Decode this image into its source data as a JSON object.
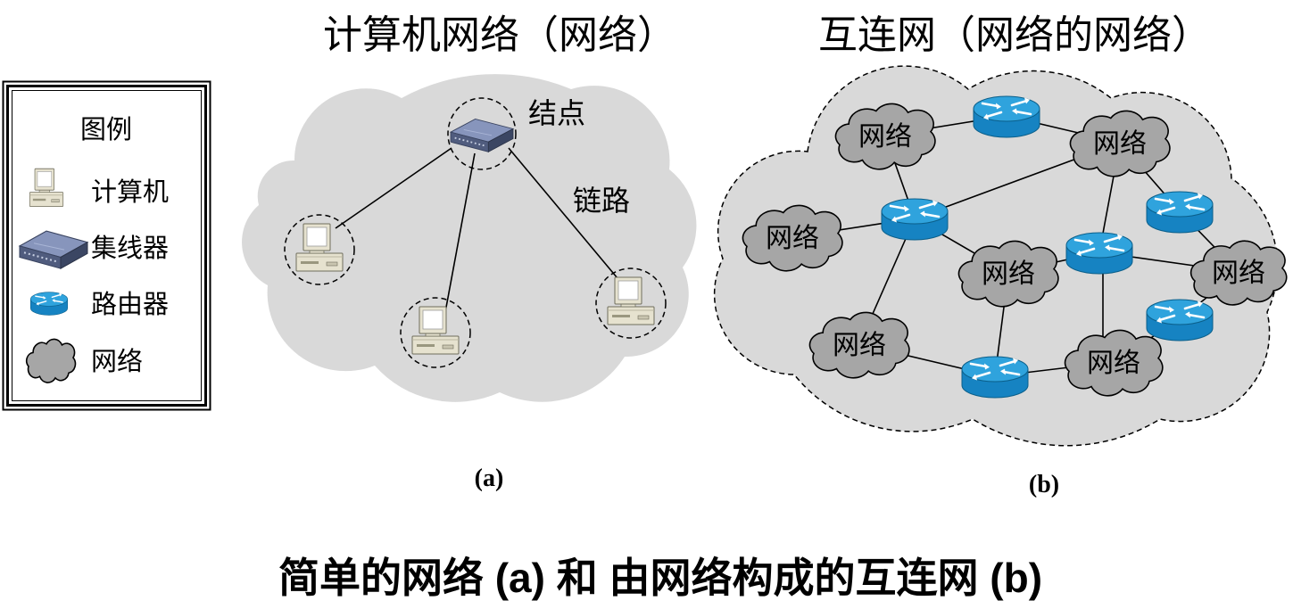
{
  "legend": {
    "title": "图例",
    "items": [
      {
        "icon": "computer-icon",
        "label": "计算机"
      },
      {
        "icon": "hub-icon",
        "label": "集线器"
      },
      {
        "icon": "router-icon",
        "label": "路由器"
      },
      {
        "icon": "network-cloud-icon",
        "label": "网络"
      }
    ]
  },
  "diagram_a": {
    "title": "计算机网络（网络）",
    "node_label": "结点",
    "link_label": "链路",
    "caption": "(a)"
  },
  "diagram_b": {
    "title": "互连网（网络的网络）",
    "network_labels": [
      "网络",
      "网络",
      "网络",
      "网络",
      "网络",
      "网络",
      "网络"
    ],
    "caption": "(b)"
  },
  "figure_caption": "简单的网络 (a) 和 由网络构成的互连网 (b)",
  "colors": {
    "cloud_fill": "#d9d9d9",
    "network_fill": "#a6a6a6",
    "router_blue": "#1683c2",
    "router_top": "#2fa3dd",
    "hub_top": "#8795bc",
    "hub_front": "#505c7e",
    "computer_beige": "#e6e2cf"
  }
}
